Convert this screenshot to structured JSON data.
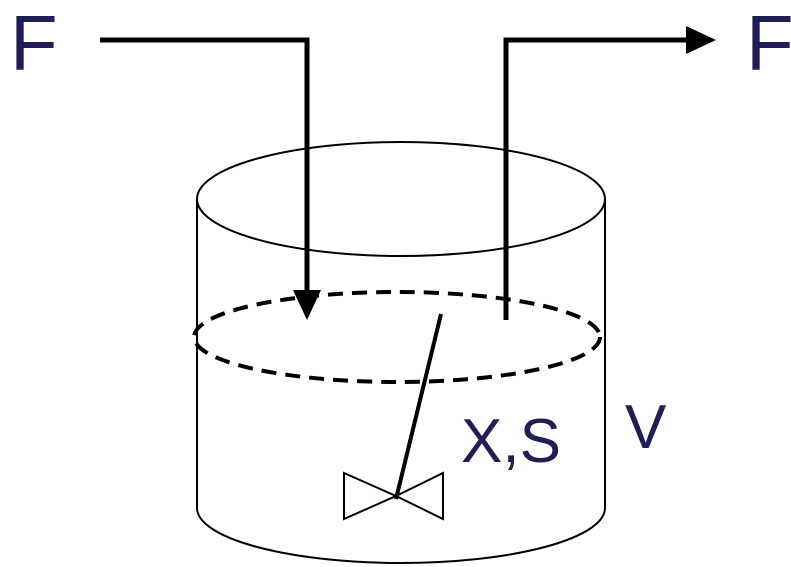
{
  "labels": {
    "inflow": "F",
    "outflow": "F",
    "volume": "V",
    "contents": "X,S"
  },
  "colors": {
    "label_text": "#1f1f55",
    "stroke": "#000000",
    "background": "#ffffff"
  },
  "icons": {
    "inlet_arrow": "arrow-down-icon",
    "outlet_arrow": "arrow-right-icon",
    "impeller": "impeller-bowtie-icon"
  }
}
